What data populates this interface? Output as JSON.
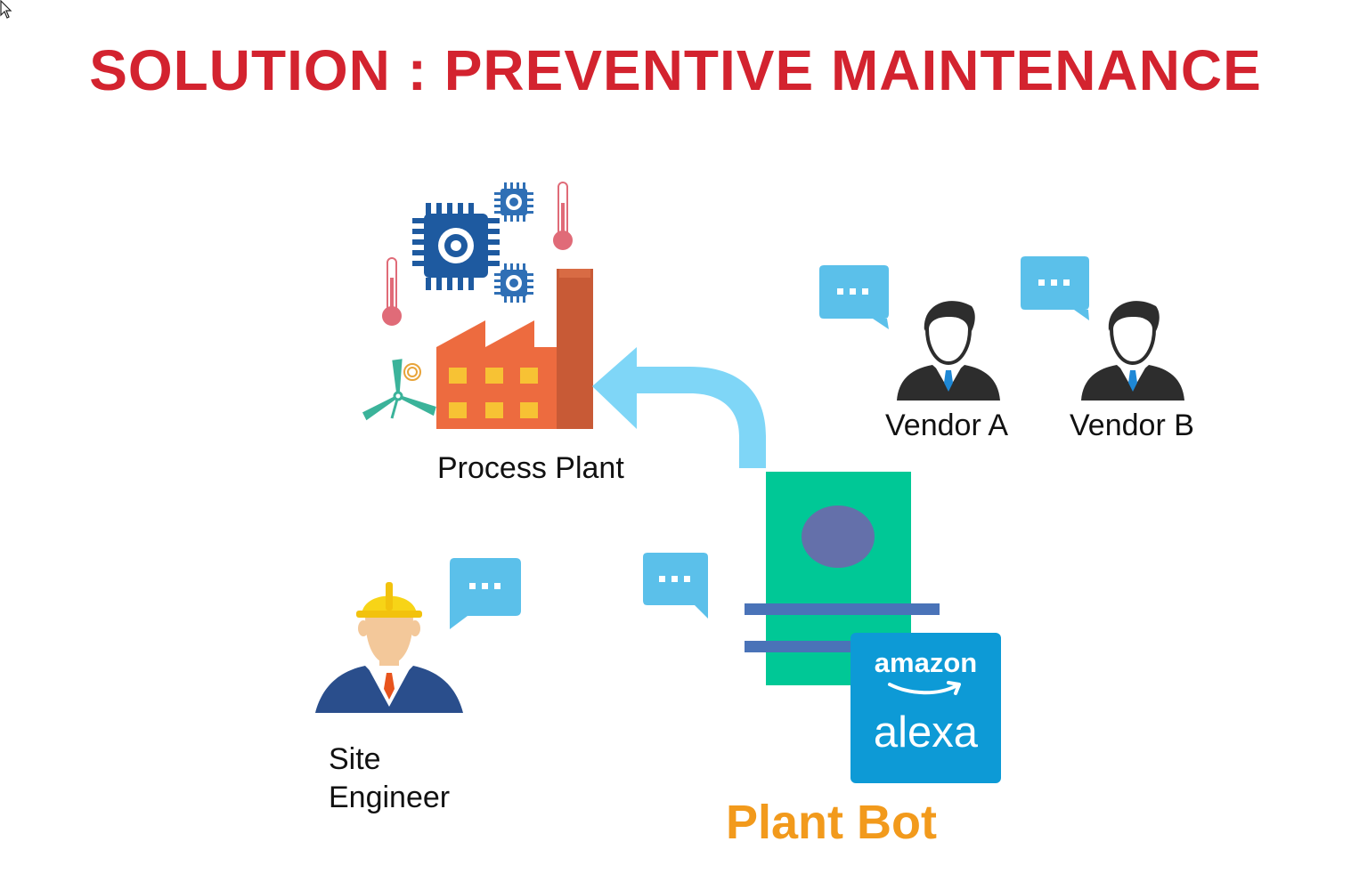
{
  "title": "SOLUTION : PREVENTIVE MAINTENANCE",
  "nodes": {
    "process_plant": "Process Plant",
    "vendor_a": "Vendor A",
    "vendor_b": "Vendor B",
    "site_engineer_line1": "Site",
    "site_engineer_line2": "Engineer",
    "plant_bot": "Plant Bot"
  },
  "alexa_logo": {
    "amazon": "amazon",
    "alexa": "alexa"
  },
  "colors": {
    "title": "#d3232f",
    "plant_bot": "#f29a1c",
    "chat_bubble": "#5bc0ea",
    "arrow": "#7fd6f7",
    "bot_body": "#00c896",
    "alexa_tile": "#0d9ad6"
  },
  "icons": [
    "cursor-icon",
    "chip-icon",
    "thermometer-icon",
    "factory-icon",
    "wind-turbine-icon",
    "chat-bubble-icon",
    "vendor-avatar-icon",
    "engineer-avatar-icon",
    "robot-icon",
    "alexa-logo"
  ]
}
